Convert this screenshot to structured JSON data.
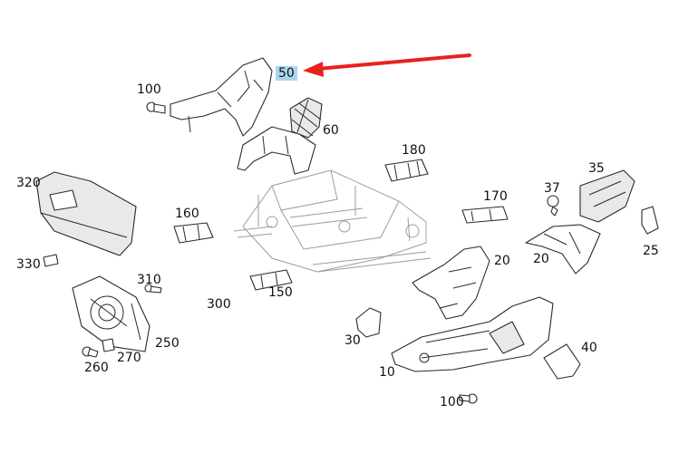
{
  "callouts": {
    "c50": "50",
    "c60": "60",
    "c100a": "100",
    "c180": "180",
    "c35": "35",
    "c37": "37",
    "c320": "320",
    "c160": "160",
    "c170": "170",
    "c25": "25",
    "c20a": "20",
    "c20b": "20",
    "c330": "330",
    "c310": "310",
    "c150": "150",
    "c300": "300",
    "c250": "250",
    "c30": "30",
    "c40": "40",
    "c270": "270",
    "c260": "260",
    "c10": "10",
    "c100b": "100"
  },
  "colors": {
    "arrow": "#e8211d",
    "highlight": "#a9d6ee",
    "line": "#2a2a2a"
  }
}
